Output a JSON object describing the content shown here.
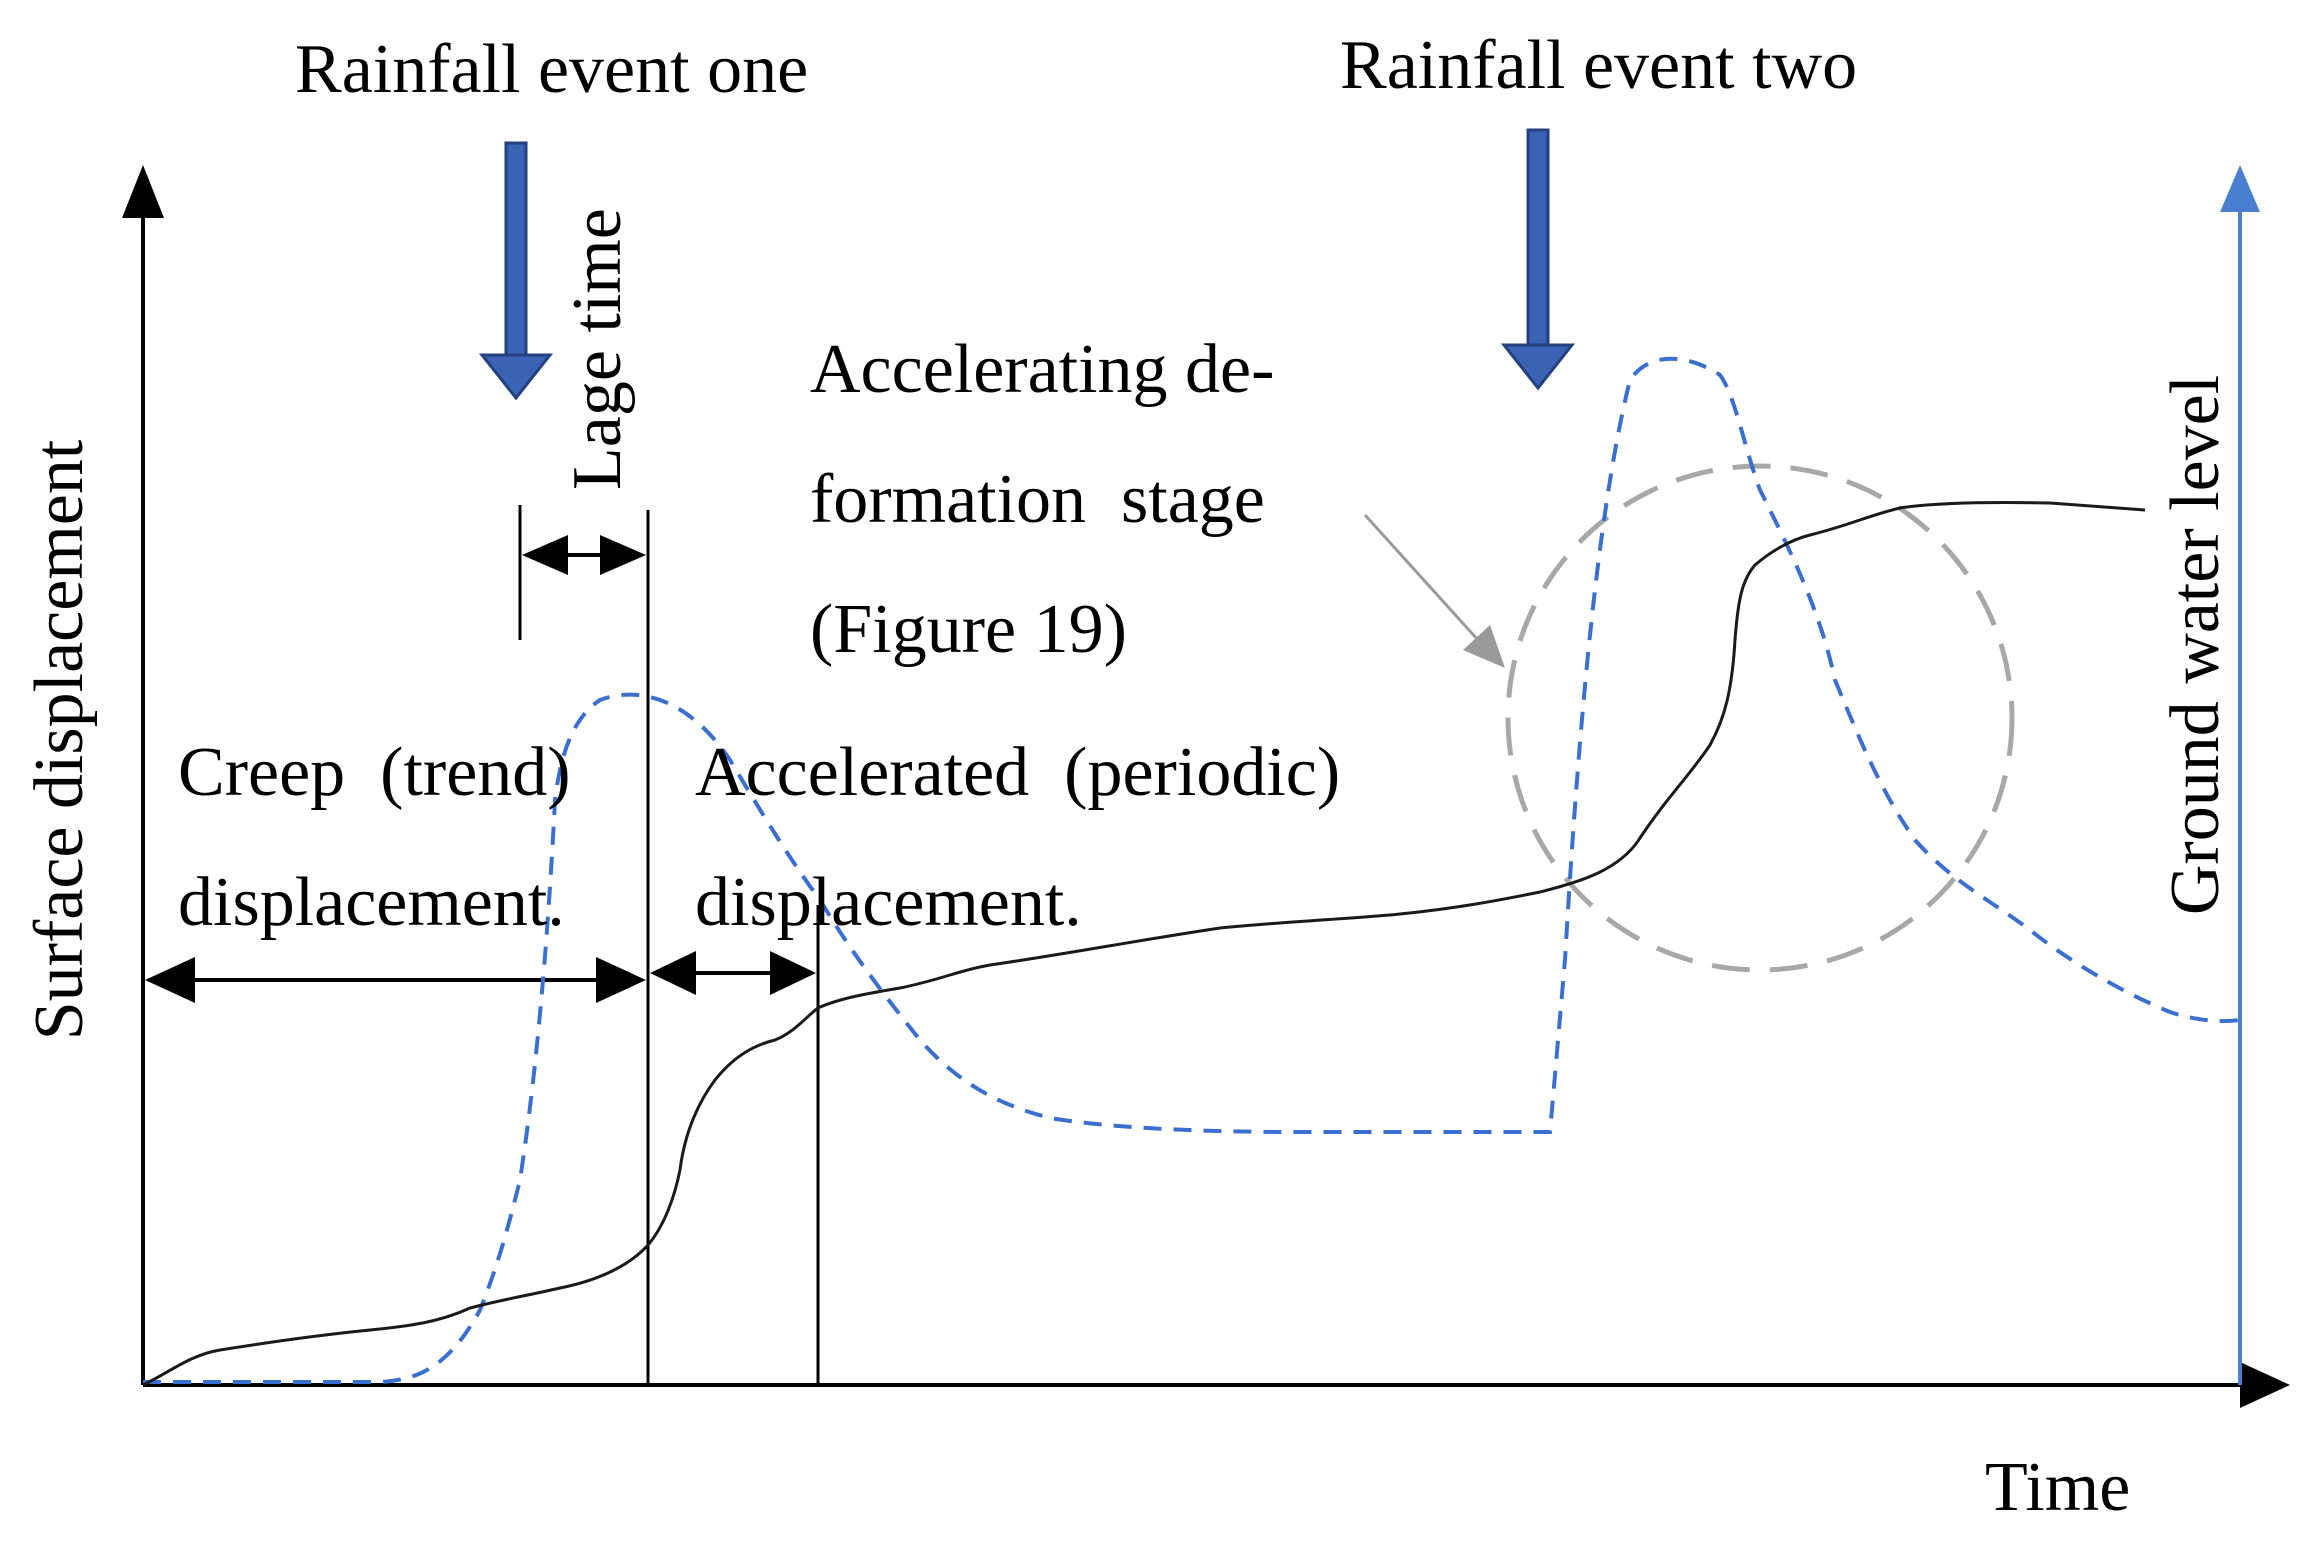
{
  "labels": {
    "rainfall_one": "Rainfall event one",
    "rainfall_two": "Rainfall event two",
    "lag_time": "Lage time",
    "accelerating_line1": "Accelerating de-",
    "accelerating_line2": "formation  stage",
    "accelerating_line3": "(Figure 19)",
    "creep_line1": "Creep  (trend)",
    "creep_line2": "displacement.",
    "accelerated_line1": "Accelerated  (periodic)",
    "accelerated_line2": "displacement.",
    "y_left": "Surface displacement",
    "y_right": "Ground water level",
    "x_axis": "Time"
  },
  "colors": {
    "axis": "#000000",
    "right_axis": "#4a7fd0",
    "displacement_line": "#1a1a1a",
    "groundwater_line": "#3a6fd0",
    "rain_arrow_fill": "#3a62b5",
    "rain_arrow_stroke": "#24407e",
    "highlight_circle": "#a8a8a8",
    "pointer_arrow": "#9a9a9a"
  },
  "series": [
    {
      "name": "Surface displacement",
      "style": "solid"
    },
    {
      "name": "Ground water level",
      "style": "dashed"
    }
  ]
}
